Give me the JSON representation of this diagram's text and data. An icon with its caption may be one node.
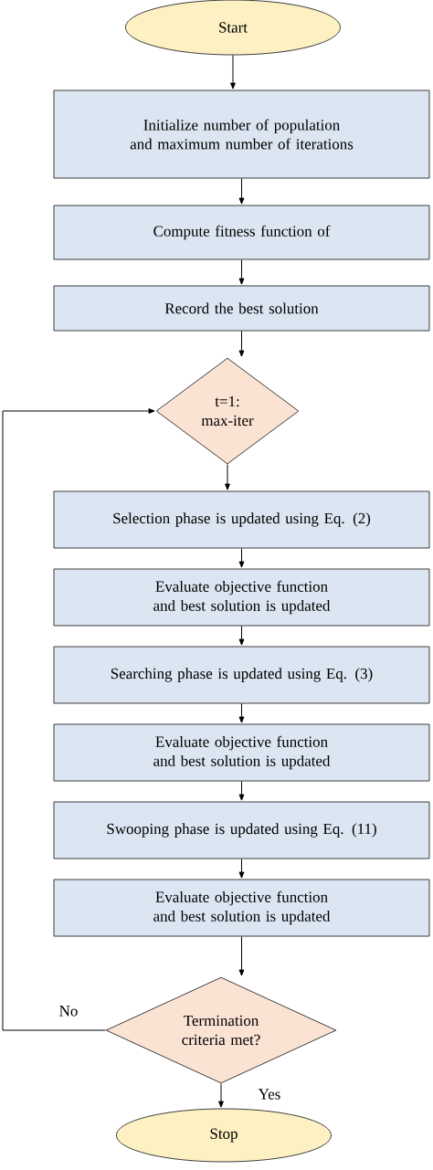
{
  "diagram": {
    "nodes": [
      {
        "text": [
          "Start"
        ]
      },
      {
        "text": [
          "Initialize number of population and maximum number of iterations"
        ]
      },
      {
        "text": [
          "Compute fitness function of"
        ]
      },
      {
        "text": [
          "Record the best solution"
        ]
      },
      {
        "text": [
          "t=1: max-iter"
        ]
      },
      {
        "text": [
          "Selection phase is updated using Eq. (2)"
        ]
      },
      {
        "text": [
          "Evaluate objective function and best solution is updated"
        ]
      },
      {
        "text": [
          "Searching phase is updated using Eq. (3)"
        ]
      },
      {
        "text": [
          "Evaluate objective function and best solution is updated"
        ]
      },
      {
        "text": [
          "Swooping phase is updated using Eq. (11)"
        ]
      },
      {
        "text": [
          "Evaluate objective function and best solution is updated"
        ]
      },
      {
        "text": [
          "Termination criteria met?"
        ]
      },
      {
        "text": [
          "Stop"
        ]
      }
    ],
    "edges": [
      {
        "from": 0,
        "to": 1,
        "arrow": "to"
      },
      {
        "from": 1,
        "to": 2,
        "arrow": "to"
      },
      {
        "from": 2,
        "to": 3,
        "arrow": "to"
      },
      {
        "from": 3,
        "to": 4,
        "arrow": "to"
      },
      {
        "from": 4,
        "to": 5,
        "arrow": "to"
      },
      {
        "from": 5,
        "to": 6,
        "arrow": "to"
      },
      {
        "from": 6,
        "to": 7,
        "arrow": "to"
      },
      {
        "from": 7,
        "to": 8,
        "arrow": "to"
      },
      {
        "from": 8,
        "to": 9,
        "arrow": "to"
      },
      {
        "from": 9,
        "to": 10,
        "arrow": "to"
      },
      {
        "from": 10,
        "to": 11,
        "arrow": "to"
      },
      {
        "from": 11,
        "to": 12,
        "arrow": "to",
        "label": "Yes"
      },
      {
        "from": 11,
        "to": 4,
        "arrow": "to",
        "label": "No"
      }
    ]
  }
}
